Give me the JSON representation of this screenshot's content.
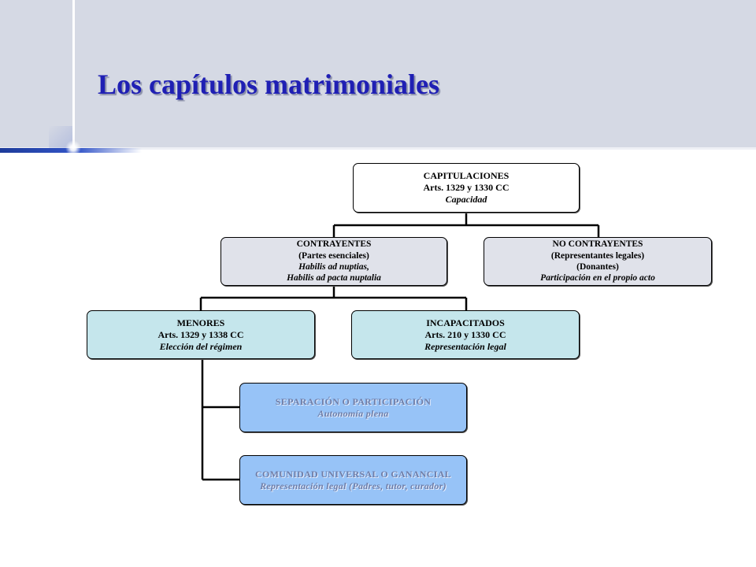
{
  "slide": {
    "title": "Los capítulos matrimoniales"
  },
  "diagram": {
    "root": {
      "line1": "CAPITULACIONES",
      "line2": "Arts. 1329 y 1330 CC",
      "line3": "Capacidad"
    },
    "contrayentes": {
      "line1": "CONTRAYENTES",
      "line2": "(Partes esenciales)",
      "line3": "Habilis ad nuptias,",
      "line4": "Habilis ad pacta nuptalia"
    },
    "no_contrayentes": {
      "line1": "NO CONTRAYENTES",
      "line2": "(Representantes legales)",
      "line3": "(Donantes)",
      "line4": "Participación en el propio acto"
    },
    "menores": {
      "line1": "MENORES",
      "line2": "Arts. 1329 y 1338 CC",
      "line3": "Elección del régimen"
    },
    "incapacitados": {
      "line1": "INCAPACITADOS",
      "line2": "Arts. 210 y 1330 CC",
      "line3": "Representación legal"
    },
    "separacion": {
      "line1": "SEPARACIÓN O PARTICIPACIÓN",
      "line2": "Autonomía plena"
    },
    "comunidad": {
      "line1": "COMUNIDAD UNIVERSAL O GANANCIAL",
      "line2": "Representación legal (Padres, tutor, curador)"
    },
    "colors": {
      "title": "#1f1fb4",
      "header_band": "#d5d9e4",
      "grey_box": "#e0e2ea",
      "teal_box": "#c5e6ec",
      "blue_box": "#97c3f7"
    }
  }
}
